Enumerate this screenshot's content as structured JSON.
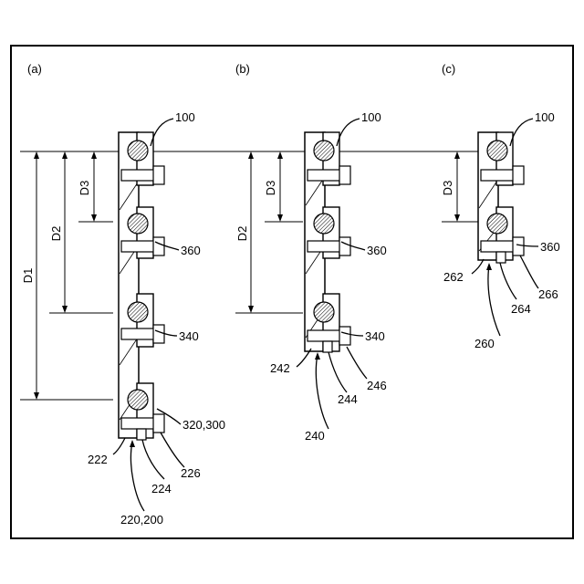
{
  "panels": {
    "a": {
      "label": "(a)",
      "callouts": {
        "pipe": "100",
        "clamp_360": "360",
        "clamp_340": "340",
        "clamp_320": "320,300",
        "plate": "222",
        "nut": "224",
        "bolt": "226",
        "assembly": "220,200"
      },
      "dims": {
        "d1": "D1",
        "d2": "D2",
        "d3": "D3"
      }
    },
    "b": {
      "label": "(b)",
      "callouts": {
        "pipe": "100",
        "clamp_360": "360",
        "clamp_340": "340",
        "plate": "242",
        "nut": "244",
        "bolt": "246",
        "assembly": "240"
      },
      "dims": {
        "d2": "D2",
        "d3": "D3"
      }
    },
    "c": {
      "label": "(c)",
      "callouts": {
        "pipe": "100",
        "clamp_360": "360",
        "plate": "262",
        "nut": "264",
        "bolt": "266",
        "assembly": "260"
      },
      "dims": {
        "d3": "D3"
      }
    }
  }
}
